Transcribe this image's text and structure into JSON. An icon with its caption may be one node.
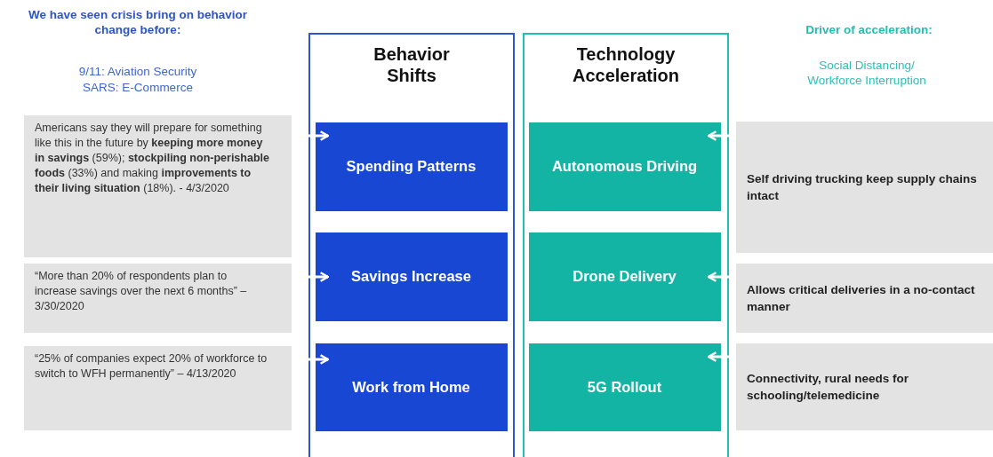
{
  "diagram": {
    "nodes": [
      {
        "text": [
          "Americans say they will prepare for something like this in the future by **keeping more money in savings** (59%); **stockpiling non-perishable foods** (33%) and making **improvements to their living situation** (18%). - 4/3/2020"
        ]
      },
      {
        "text": [
          "“More than 20% of respondents plan to increase savings over the next 6 months” – 3/30/2020"
        ]
      },
      {
        "text": [
          "“25% of companies expect 20% of workforce to switch to WFH permanently” – 4/13/2020"
        ]
      },
      {
        "text": [
          "Behavior Shifts"
        ]
      },
      {
        "text": [
          "Spending Patterns"
        ],
        "in": 3
      },
      {
        "text": [
          "Savings Increase"
        ],
        "in": 3
      },
      {
        "text": [
          "Work from Home"
        ],
        "in": 3
      },
      {
        "text": [
          "Technology Acceleration"
        ]
      },
      {
        "text": [
          "Autonomous Driving"
        ],
        "in": 7
      },
      {
        "text": [
          "Drone Delivery"
        ],
        "in": 7
      },
      {
        "text": [
          "5G Rollout"
        ],
        "in": 7
      },
      {
        "text": [
          "Self driving trucking keep supply chains intact"
        ]
      },
      {
        "text": [
          "Allows critical deliveries in a no-contact manner"
        ]
      },
      {
        "text": [
          "Connectivity, rural needs for schooling/telemedicine"
        ]
      }
    ],
    "edges": [
      {
        "from": 0,
        "to": 4,
        "arrow": "to"
      },
      {
        "from": 1,
        "to": 5,
        "arrow": "to"
      },
      {
        "from": 2,
        "to": 6,
        "arrow": "to"
      },
      {
        "from": 11,
        "to": 8,
        "arrow": "to"
      },
      {
        "from": 12,
        "to": 9,
        "arrow": "to"
      },
      {
        "from": 13,
        "to": 10,
        "arrow": "to"
      }
    ],
    "labels": [
      "We have seen crisis bring on behavior change before:",
      "9/11: Aviation Security",
      "SARS: E-Commerce",
      "Driver of acceleration:",
      "Social Distancing/ Workforce Interruption"
    ]
  }
}
